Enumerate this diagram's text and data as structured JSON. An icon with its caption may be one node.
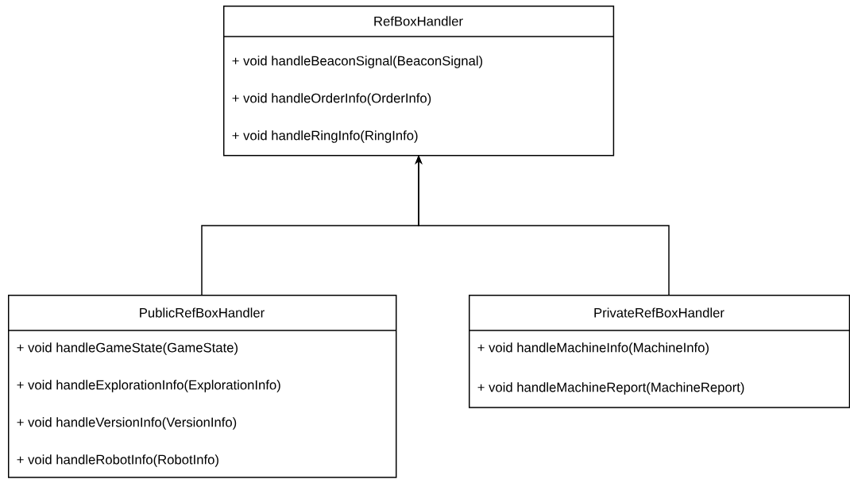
{
  "diagram": {
    "nodes": [
      {
        "text": [
          "RefBoxHandler",
          "+ void handleBeaconSignal(BeaconSignal)",
          "+ void handleOrderInfo(OrderInfo)",
          "+ void handleRingInfo(RingInfo)"
        ]
      },
      {
        "text": [
          "PublicRefBoxHandler",
          "+ void handleGameState(GameState)",
          "+ void handleExplorationInfo(ExplorationInfo)",
          "+ void handleVersionInfo(VersionInfo)",
          "+ void handleRobotInfo(RobotInfo)"
        ]
      },
      {
        "text": [
          "PrivateRefBoxHandler",
          "+ void handleMachineInfo(MachineInfo)",
          "+ void handleMachineReport(MachineReport)"
        ]
      }
    ],
    "edges": [
      {
        "from": 1,
        "to": 0,
        "arrow": "to"
      },
      {
        "from": 2,
        "to": 0,
        "arrow": "to"
      }
    ]
  }
}
